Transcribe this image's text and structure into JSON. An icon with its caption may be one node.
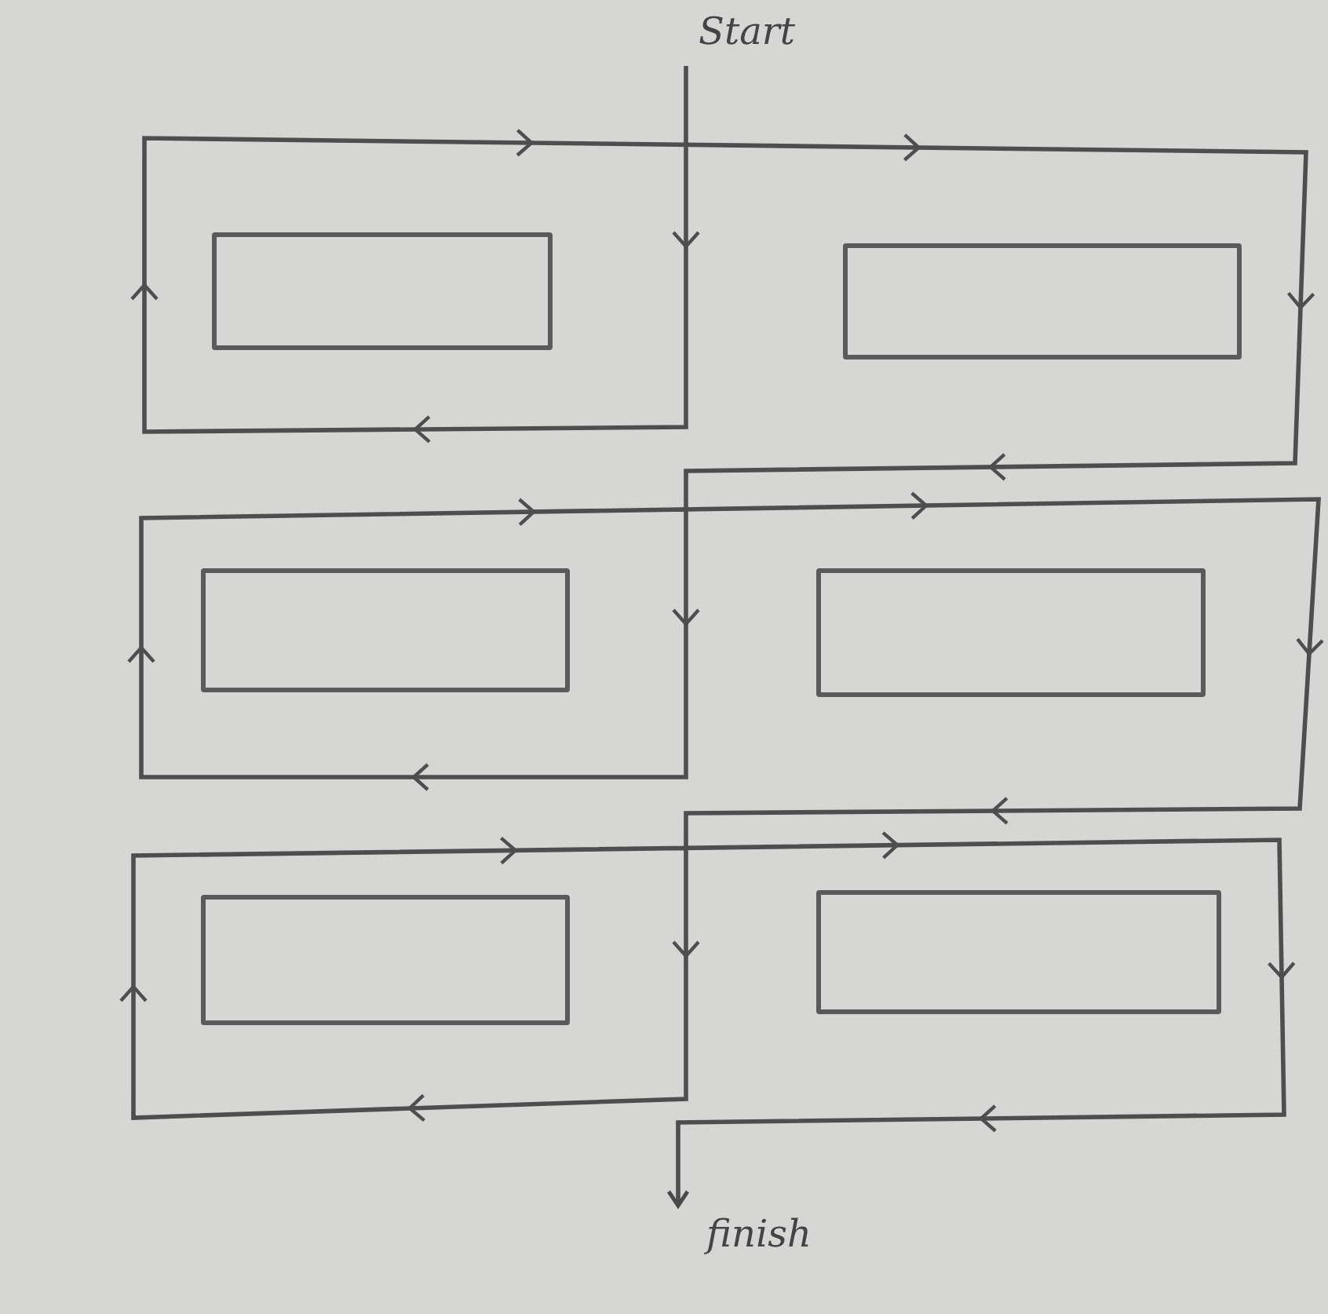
{
  "diagram": {
    "nodes": [
      {
        "text": [
          "Start"
        ]
      },
      {
        "text": [],
        "shape": "box"
      },
      {
        "text": [],
        "shape": "box"
      },
      {
        "text": [],
        "shape": "box"
      },
      {
        "text": [],
        "shape": "box"
      },
      {
        "text": [],
        "shape": "box"
      },
      {
        "text": [],
        "shape": "box"
      },
      {
        "text": [
          "finish"
        ]
      }
    ],
    "edges": [
      {
        "from": 0,
        "to": 7,
        "arrow": "to"
      }
    ]
  }
}
